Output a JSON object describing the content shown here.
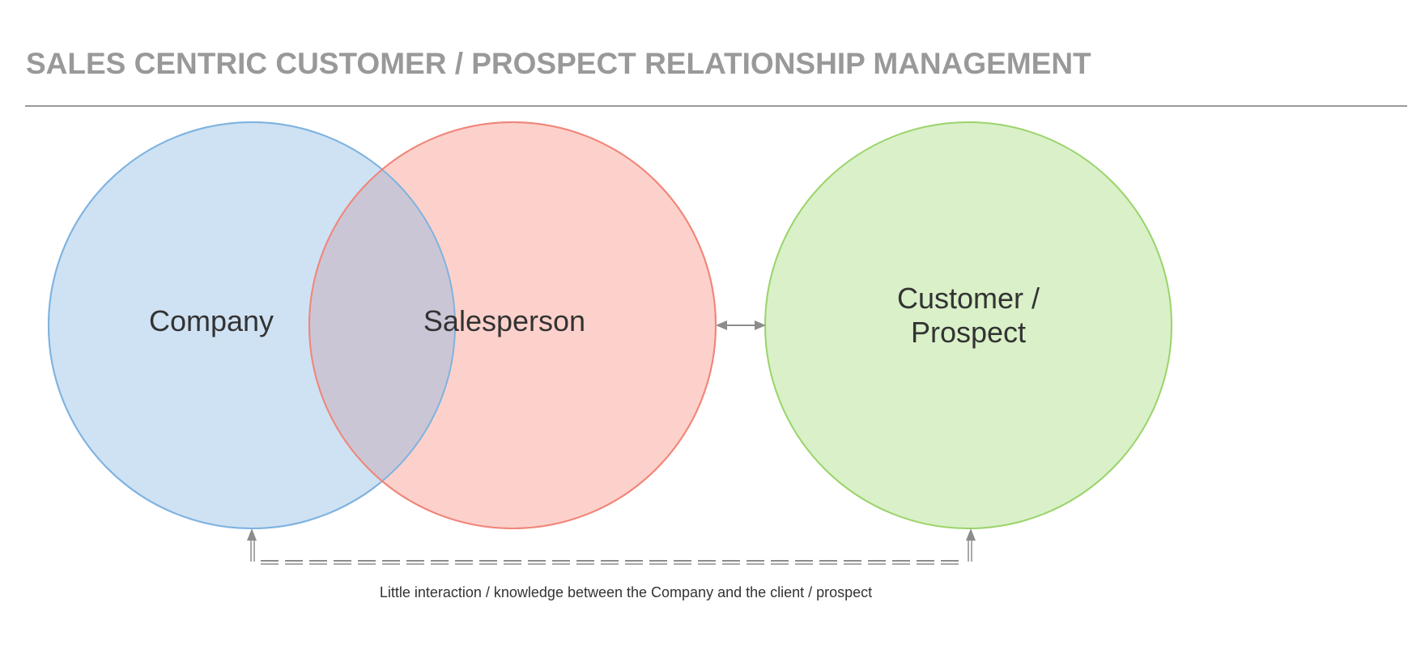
{
  "title": "SALES CENTRIC CUSTOMER / PROSPECT RELATIONSHIP MANAGEMENT",
  "nodes": {
    "company": {
      "label": "Company",
      "fill": "#cfe2f3",
      "stroke": "#7fb3e0"
    },
    "salesperson": {
      "label": "Salesperson",
      "fill": "#f8b3ab",
      "stroke": "#f0867a"
    },
    "customer": {
      "label_line1": "Customer /",
      "label_line2": "Prospect",
      "fill": "#d9f0c8",
      "stroke": "#9ad36a"
    }
  },
  "overlap_fill": "#cbc6d5",
  "connector_color": "#8c8c8c",
  "caption": "Little interaction / knowledge between the Company and the client / prospect"
}
